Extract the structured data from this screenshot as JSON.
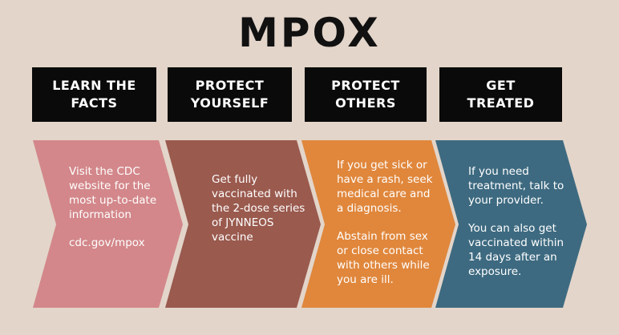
{
  "title": "MPOX",
  "steps": [
    {
      "heading_line1": "LEARN THE",
      "heading_line2": "FACTS",
      "color": "#d3878a",
      "paragraphs": [
        "Visit the CDC website for the most up-to-date information",
        "cdc.gov/mpox"
      ]
    },
    {
      "heading_line1": "PROTECT",
      "heading_line2": "YOURSELF",
      "color": "#9a5a4e",
      "paragraphs": [
        "Get fully vaccinated with the 2-dose series of JYNNEOS vaccine"
      ]
    },
    {
      "heading_line1": "PROTECT",
      "heading_line2": "OTHERS",
      "color": "#e0873c",
      "paragraphs": [
        "If you get sick or have a rash, seek medical care and a diagnosis.",
        "Abstain from sex or close contact with others while you are ill."
      ]
    },
    {
      "heading_line1": "GET",
      "heading_line2": "TREATED",
      "color": "#3d6a80",
      "paragraphs": [
        "If you need treatment, talk to your provider.",
        "You can also get vaccinated within 14 days after an exposure."
      ]
    }
  ]
}
